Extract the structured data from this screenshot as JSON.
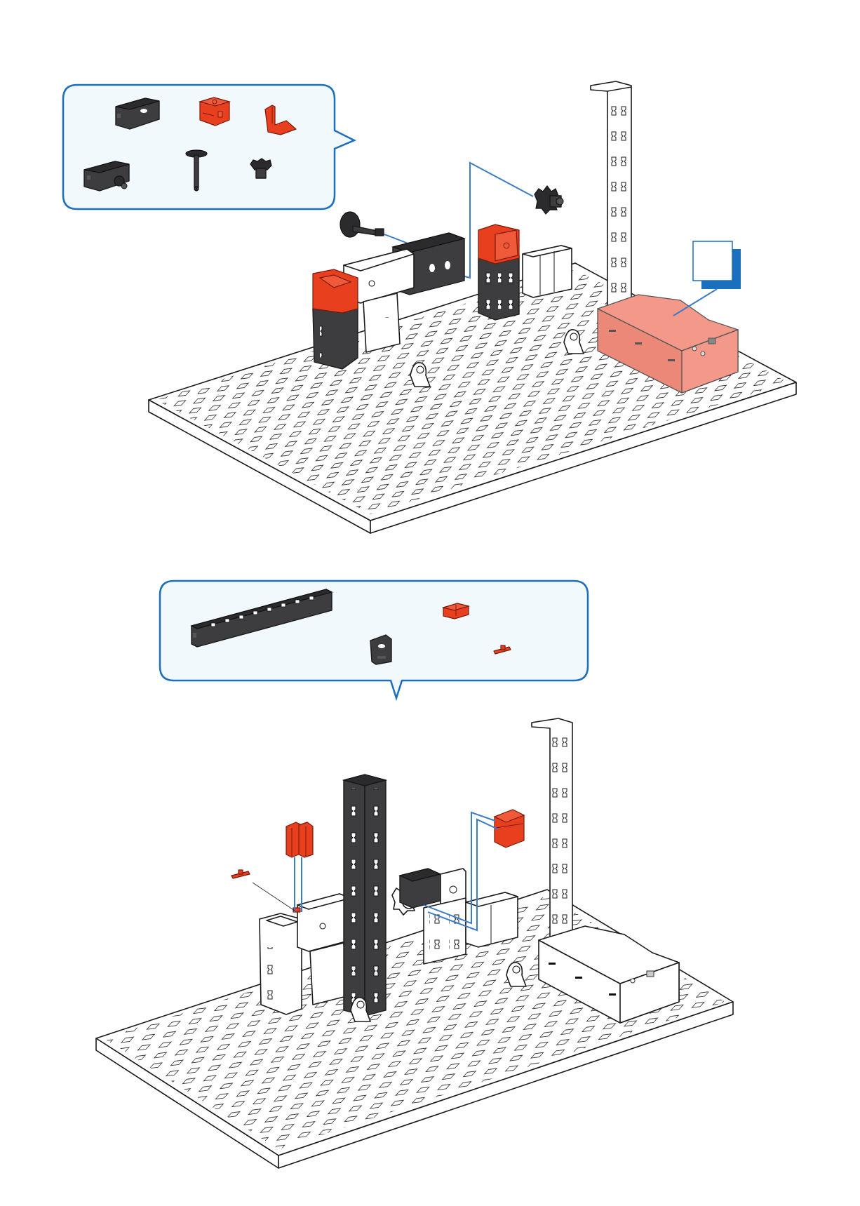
{
  "page": {
    "type": "assembly-instructions",
    "background": "#ffffff"
  },
  "colors": {
    "accent_blue": "#1b6fbf",
    "bubble_fill": "#f2f9fd",
    "part_red": "#e8401f",
    "part_black": "#3d3d3f",
    "highlight_pink": "#f4998a",
    "guide_line_blue": "#3a7cc6"
  },
  "steps": [
    {
      "id": "step-1",
      "parts_bubble": {
        "parts": [
          {
            "name": "building-block-30-with-bore-black",
            "color": "black"
          },
          {
            "name": "building-block-15-with-bore-red",
            "color": "red"
          },
          {
            "name": "angle-block-red",
            "color": "red"
          },
          {
            "name": "motor-gearbox-black",
            "color": "black"
          },
          {
            "name": "gear-axle-z30",
            "color": "black"
          },
          {
            "name": "gear-z10",
            "color": "black"
          }
        ]
      },
      "callout": {
        "label": "",
        "target": "battery-box"
      },
      "highlighted_part": "battery-box"
    },
    {
      "id": "step-2",
      "parts_bubble": {
        "parts": [
          {
            "name": "building-block-120-black",
            "color": "black"
          },
          {
            "name": "building-block-15-black",
            "color": "black"
          },
          {
            "name": "building-plate-red",
            "color": "red"
          },
          {
            "name": "connector-peg-red",
            "color": "red"
          }
        ]
      }
    }
  ]
}
